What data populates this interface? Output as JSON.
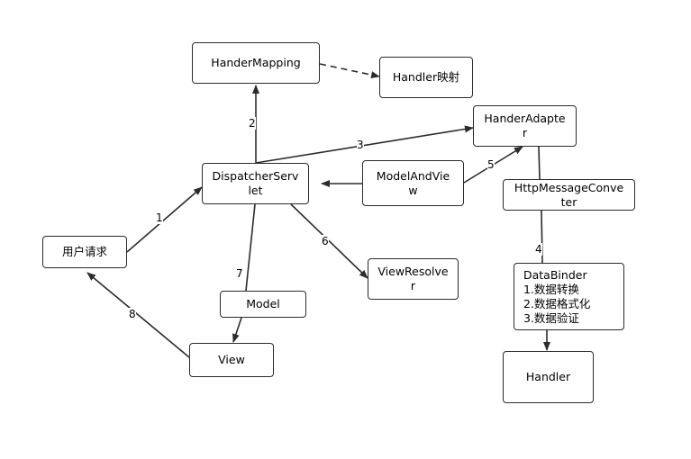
{
  "nodes": {
    "hander_mapping": "HanderMapping",
    "handler_mapping_result": "Handler映射",
    "hander_adapter": "HanderAdapte\nr",
    "dispatcher_servlet": "DispatcherServ\nlet",
    "model_and_view": "ModelAndVie\nw",
    "http_message_converter": "HttpMessageConve\nter",
    "user_request": "用户请求",
    "view_resolver": "ViewResolve\nr",
    "data_binder": "DataBinder\n1.数据转换\n2.数据格式化\n3.数据验证",
    "model": "Model",
    "view": "View",
    "handler": "Handler"
  },
  "edge_labels": {
    "step1": "1",
    "step2": "2",
    "step3": "3",
    "step4": "4",
    "step5": "5",
    "step6": "6",
    "step7": "7",
    "step8": "8"
  },
  "colors": {
    "stroke": "#2b2b2b",
    "background": "#ffffff"
  }
}
